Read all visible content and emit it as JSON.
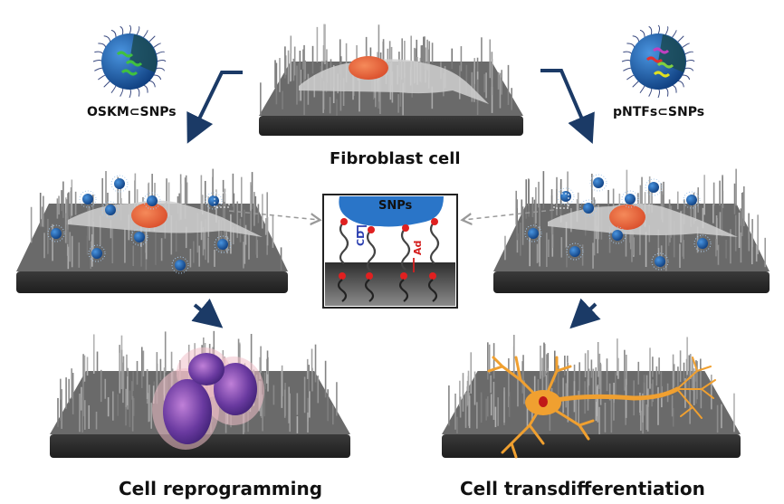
{
  "title_labels": {
    "top_center": "Fibroblast cell",
    "left_np": "OSKM⊂SNPs",
    "right_np": "pNTFs⊂SNPs",
    "bottom_left": "Cell reprogramming",
    "bottom_right": "Cell transdifferentiation"
  },
  "inset": {
    "np_label": "SNPs",
    "host_label": "CD",
    "guest_label": "Ad"
  },
  "colors": {
    "arrow": "#1b3a66",
    "substrate": "#3a3a3a",
    "pillar": "#8a8a8a",
    "nanoparticle": "#1d63b0",
    "nucleus": "#e8613a",
    "neuron": "#f0a030",
    "inset_np": "#2a75c8",
    "cd_color": "#2b3fb0",
    "ad_color": "#d42020",
    "bead": "#e02020"
  }
}
